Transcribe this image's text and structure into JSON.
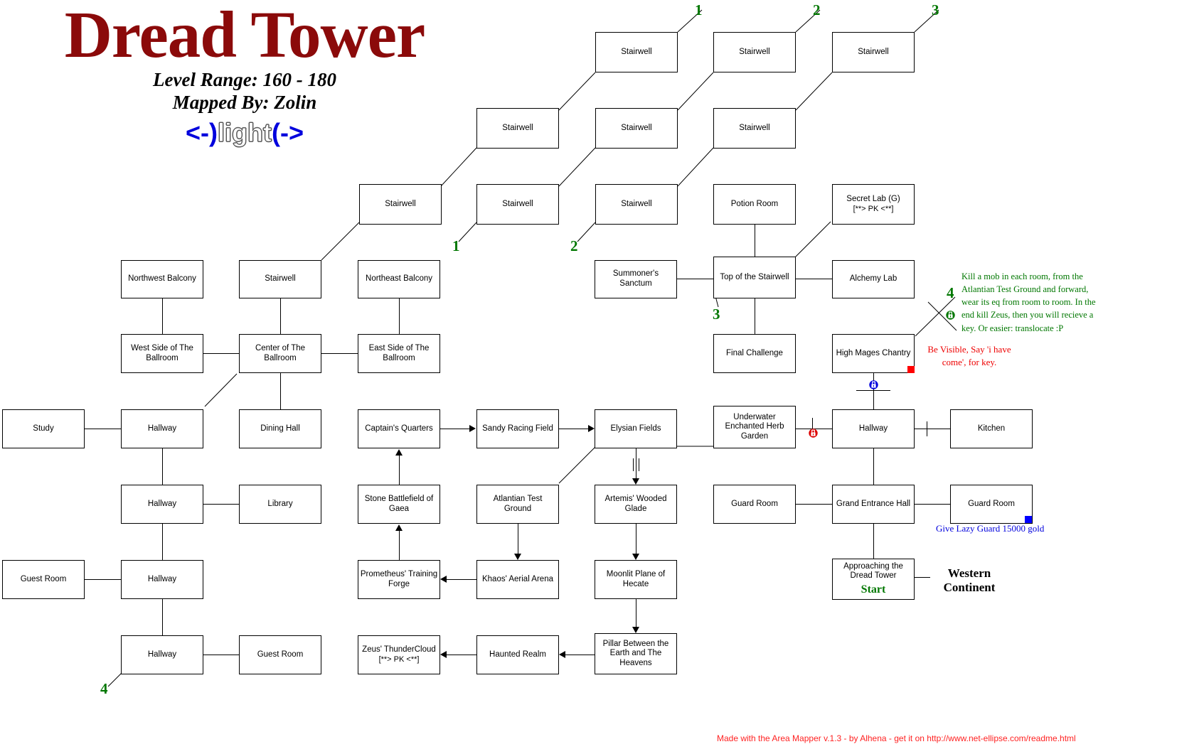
{
  "header": {
    "title": "Dread Tower",
    "level_range": "Level Range: 160 - 180",
    "mapped_by": "Mapped By: Zolin",
    "guild_tag_left": "<-)",
    "guild_tag_mid": "light",
    "guild_tag_right": "(->"
  },
  "rooms": [
    {
      "id": "sw_t1",
      "name": "Stairwell"
    },
    {
      "id": "sw_t2",
      "name": "Stairwell"
    },
    {
      "id": "sw_t3",
      "name": "Stairwell"
    },
    {
      "id": "sw_m1",
      "name": "Stairwell"
    },
    {
      "id": "sw_m2",
      "name": "Stairwell"
    },
    {
      "id": "sw_m3",
      "name": "Stairwell"
    },
    {
      "id": "sw_b0",
      "name": "Stairwell"
    },
    {
      "id": "sw_b1",
      "name": "Stairwell"
    },
    {
      "id": "sw_b2",
      "name": "Stairwell"
    },
    {
      "id": "potion",
      "name": "Potion Room"
    },
    {
      "id": "secret_lab",
      "name": "Secret Lab (G)",
      "sub": "[**> PK <**]"
    },
    {
      "id": "summoners",
      "name": "Summoner's Sanctum"
    },
    {
      "id": "top_stair",
      "name": "Top of the Stairwell"
    },
    {
      "id": "alchemy",
      "name": "Alchemy Lab"
    },
    {
      "id": "final_challenge",
      "name": "Final Challenge"
    },
    {
      "id": "high_mages",
      "name": "High Mages Chantry"
    },
    {
      "id": "nw_balcony",
      "name": "Northwest Balcony"
    },
    {
      "id": "sw_ball",
      "name": "Stairwell"
    },
    {
      "id": "ne_balcony",
      "name": "Northeast Balcony"
    },
    {
      "id": "west_ball",
      "name": "West Side of The Ballroom"
    },
    {
      "id": "center_ball",
      "name": "Center of The Ballroom"
    },
    {
      "id": "east_ball",
      "name": "East Side of The Ballroom"
    },
    {
      "id": "study",
      "name": "Study"
    },
    {
      "id": "hall1",
      "name": "Hallway"
    },
    {
      "id": "dining",
      "name": "Dining Hall"
    },
    {
      "id": "captains",
      "name": "Captain's Quarters"
    },
    {
      "id": "sandy",
      "name": "Sandy Racing Field"
    },
    {
      "id": "elysian",
      "name": "Elysian Fields"
    },
    {
      "id": "herb_garden",
      "name": "Underwater Enchanted Herb Garden"
    },
    {
      "id": "hall_right",
      "name": "Hallway"
    },
    {
      "id": "kitchen",
      "name": "Kitchen"
    },
    {
      "id": "hall2",
      "name": "Hallway"
    },
    {
      "id": "library",
      "name": "Library"
    },
    {
      "id": "stone_battle",
      "name": "Stone Battlefield of Gaea"
    },
    {
      "id": "atlantian",
      "name": "Atlantian Test Ground"
    },
    {
      "id": "artemis",
      "name": "Artemis' Wooded Glade"
    },
    {
      "id": "guard_left",
      "name": "Guard Room"
    },
    {
      "id": "grand_entrance",
      "name": "Grand Entrance Hall"
    },
    {
      "id": "guard_right",
      "name": "Guard Room"
    },
    {
      "id": "guest1",
      "name": "Guest Room"
    },
    {
      "id": "hall3",
      "name": "Hallway"
    },
    {
      "id": "prometheus",
      "name": "Prometheus' Training Forge"
    },
    {
      "id": "khaos",
      "name": "Khaos' Aerial Arena"
    },
    {
      "id": "moonlit",
      "name": "Moonlit Plane of Hecate"
    },
    {
      "id": "approaching",
      "name": "Approaching the Dread Tower",
      "badge": "Start"
    },
    {
      "id": "hall4",
      "name": "Hallway"
    },
    {
      "id": "guest2",
      "name": "Guest Room"
    },
    {
      "id": "zeus",
      "name": "Zeus' ThunderCloud",
      "sub": "[**> PK <**]"
    },
    {
      "id": "haunted",
      "name": "Haunted Realm"
    },
    {
      "id": "pillar",
      "name": "Pillar Between the Earth and The Heavens"
    }
  ],
  "exit_numbers": [
    {
      "id": "n_top_1",
      "label": "1"
    },
    {
      "id": "n_top_2",
      "label": "2"
    },
    {
      "id": "n_top_3",
      "label": "3"
    },
    {
      "id": "n_bot_1",
      "label": "1"
    },
    {
      "id": "n_bot_2",
      "label": "2"
    },
    {
      "id": "n_bot_3",
      "label": "3"
    },
    {
      "id": "n_right_4",
      "label": "4"
    },
    {
      "id": "n_left_4",
      "label": "4"
    }
  ],
  "notes": {
    "green_hint": "Kill a mob in each room, from the Atlantian Test Ground and forward, wear its eq from room to room. In the end kill Zeus, then you will recieve a key. Or easier: translocate :P",
    "red_hint": "Be Visible, Say 'i have come', for key.",
    "blue_hint": "Give Lazy Guard 15000 gold",
    "western_continent": "Western Continent",
    "footer": "Made with the Area Mapper v.1.3 - by Alhena - get it on http://www.net-ellipse.com/readme.html"
  },
  "colors": {
    "title_red": "#8b0a0a",
    "green_note": "#007700",
    "red_note": "#ee0000",
    "blue_note": "#0000dd",
    "footer_red": "#ff2222",
    "flag_red": "#ff0000",
    "flag_blue": "#0000ff",
    "lock_green": "#007700",
    "lock_red": "#dd0000",
    "lock_blue": "#0000dd"
  },
  "markers": {
    "lock_green_name": "closed-door-lock-icon",
    "lock_red_name": "closed-door-lock-icon",
    "lock_blue_name": "closed-door-lock-icon",
    "flag_red_name": "red-marker-flag",
    "flag_blue_name": "blue-marker-flag"
  }
}
